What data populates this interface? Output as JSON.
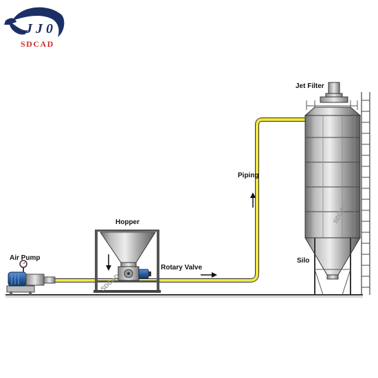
{
  "brand": {
    "logo_text": "SDCAD",
    "accent": "#d12a2a",
    "navy": "#1b2f66"
  },
  "labels": {
    "jet_filter": "Jet Filter",
    "piping": "Piping",
    "hopper": "Hopper",
    "rotary_valve": "Rotary Valve",
    "air_pump": "Air Pump",
    "silo": "Silo"
  },
  "watermarks": {
    "hopper_wm": "SDCAD",
    "silo_wm": "SDCAD"
  },
  "colors": {
    "pipe_fill": "#f2e640",
    "pipe_edge": "#2a2a2a",
    "steel_light": "#e6e6e6",
    "steel_dark": "#7c7c7c",
    "pump_blue": "#2a5fa0",
    "motor_blue": "#1f4f8a"
  },
  "icons": {
    "flow_arrow": "arrow-icon",
    "gauge": "pressure-gauge-icon"
  }
}
